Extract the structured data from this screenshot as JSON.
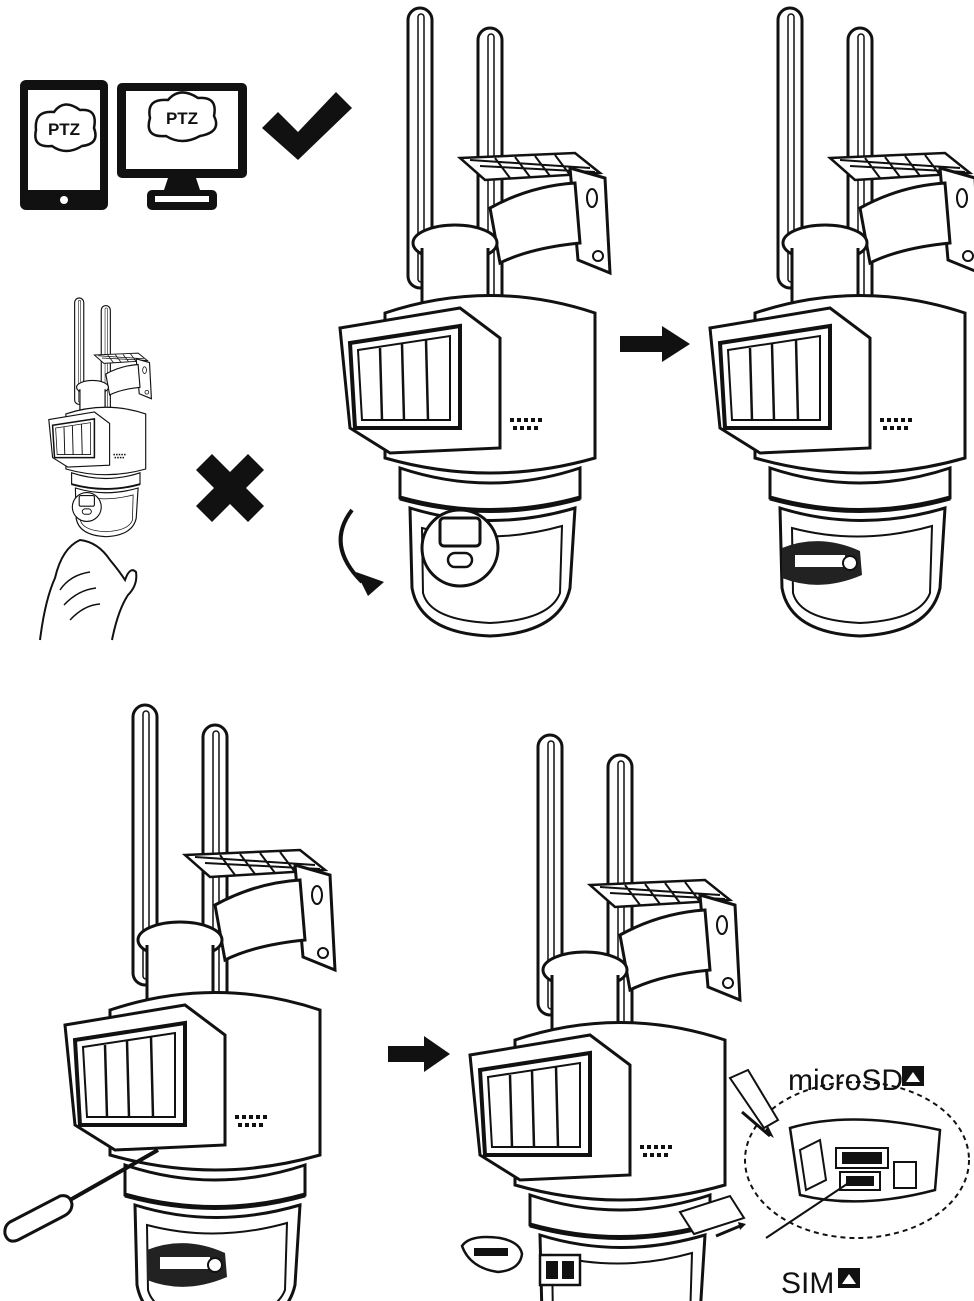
{
  "tablet_label": "PTZ",
  "monitor_label": "PTZ",
  "microsd_label": "microSD",
  "sim_label": "SIM",
  "icons": {
    "approve": "checkmark-icon",
    "deny": "cross-icon",
    "next": "arrow-right-icon",
    "rotate": "rotate-arrow-icon",
    "slot": "eject-triangle-icon"
  },
  "colors": {
    "ink": "#111111",
    "paper": "#ffffff",
    "shade": "#dcdcdc"
  }
}
